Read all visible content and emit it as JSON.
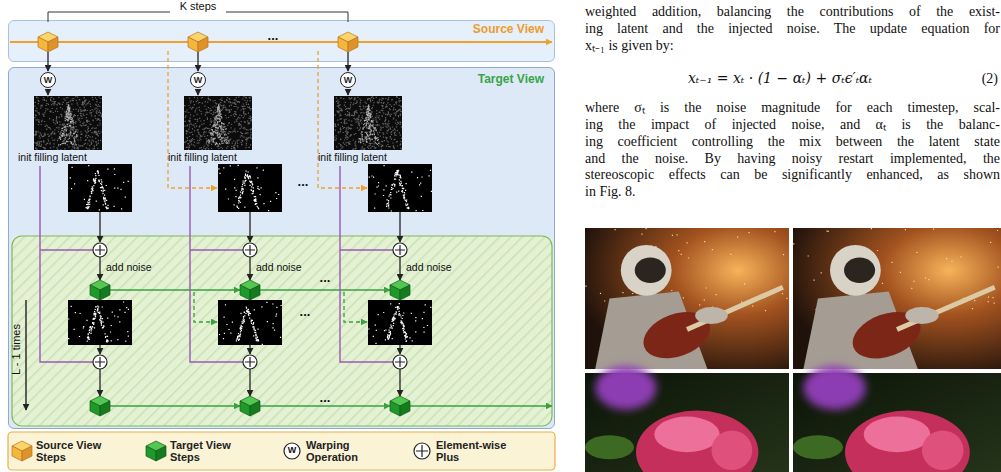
{
  "diagram": {
    "nodes": [
      {
        "text": [
          "Source View"
        ]
      },
      {
        "text": [
          "Target View"
        ]
      },
      {
        "text": [
          "W"
        ],
        "in": 1
      },
      {
        "text": [
          "W"
        ],
        "in": 1
      },
      {
        "text": [
          "W"
        ],
        "in": 1
      }
    ],
    "labels": [
      "K steps",
      "init filling latent",
      "init filling latent",
      "init filling latent",
      "add noise",
      "add noise",
      "add noise",
      "L - 1 times",
      "...",
      "...",
      "...",
      "...",
      "...",
      "W",
      "weighted addition, balancing the contributions of the exist-",
      "ing latent and the injected noise. The update equation for",
      "xₜ₋₁ is given by:",
      "xₜ₋₁ = xₜ · (1 − αₜ) + σₜϵ′ₜαₜ",
      "(2)",
      "where σₜ is the noise magnitude for each timestep, scal-",
      "ing the impact of injected noise, and αₜ is the balanc-",
      "ing coefficient controlling the mix between the latent state",
      "and the noise. By having noisy restart implemented, the",
      "stereoscopic effects can be significantly enhanced, as shown",
      "in Fig. 8."
    ],
    "legend": [
      {
        "text": "Source View Steps"
      },
      {
        "text": "Target View Steps"
      },
      {
        "text": "Warping Operation"
      },
      {
        "text": "Element-wise Plus"
      }
    ]
  }
}
